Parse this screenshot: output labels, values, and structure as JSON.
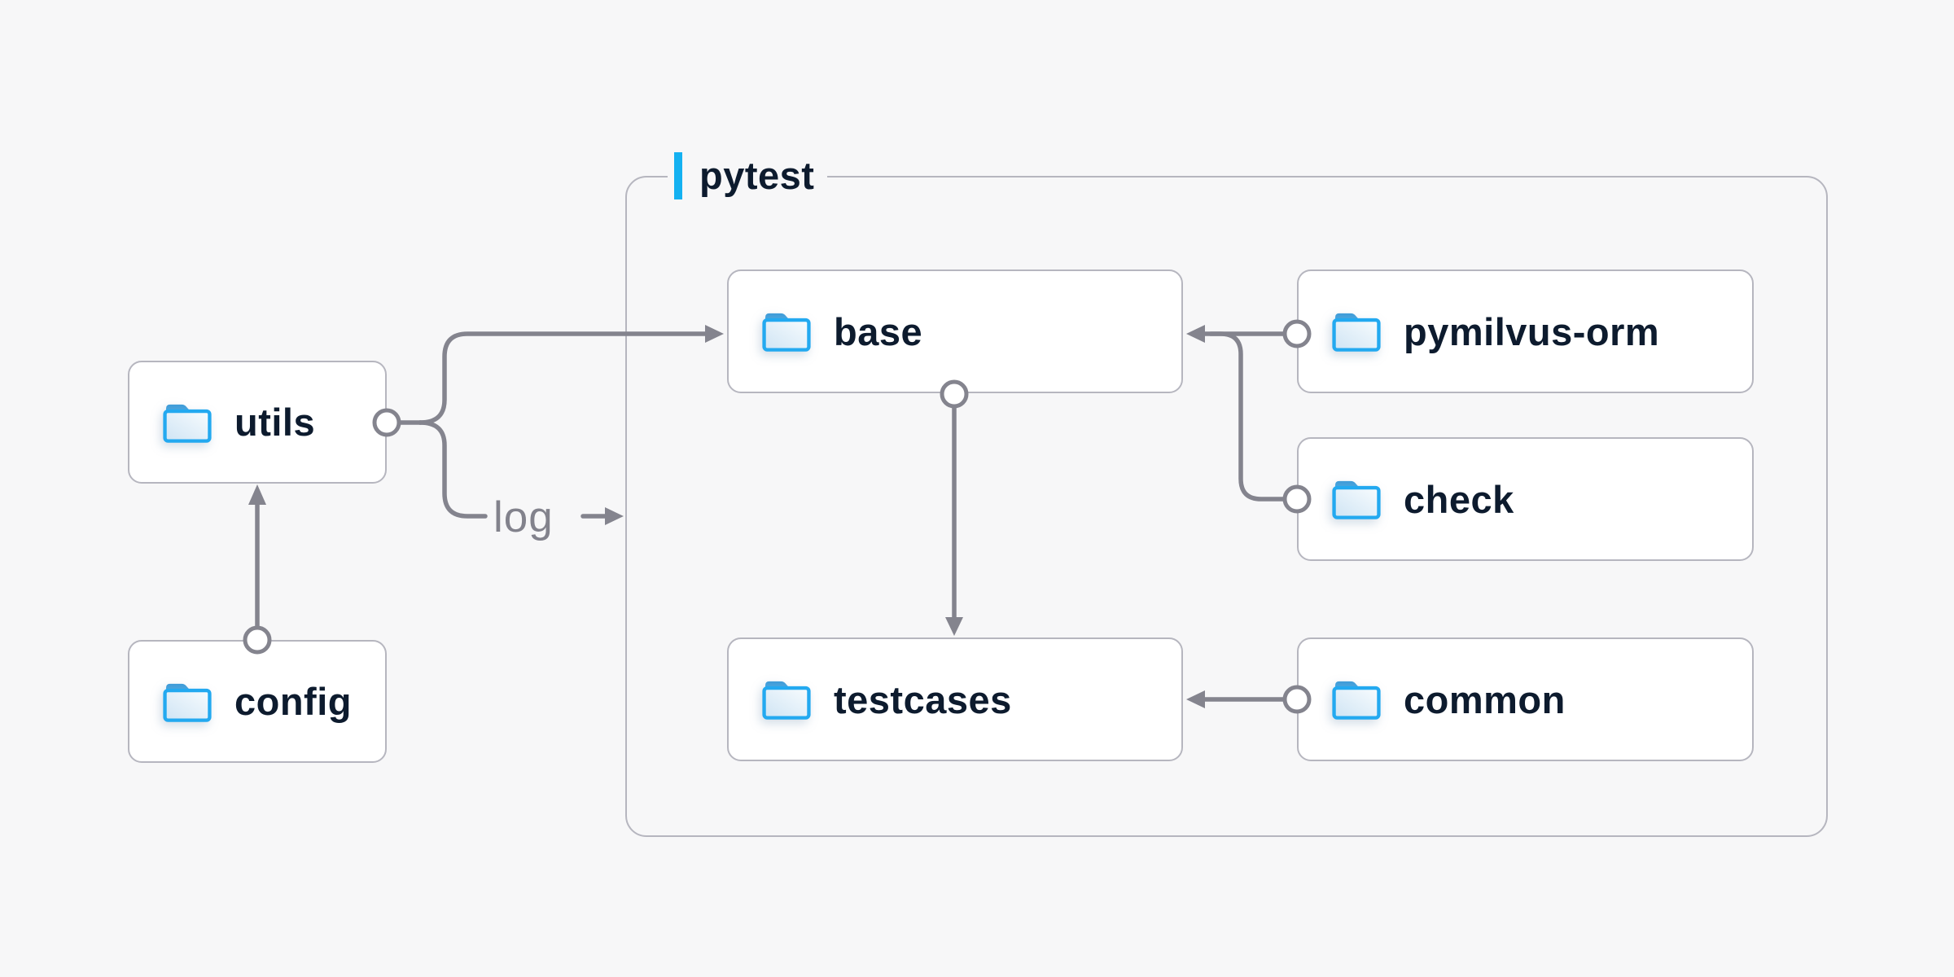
{
  "labels": {
    "group": "pytest",
    "edge": "log"
  },
  "nodes": {
    "utils": "utils",
    "config": "config",
    "base": "base",
    "pymilvus_orm": "pymilvus-orm",
    "check": "check",
    "testcases": "testcases",
    "common": "common"
  },
  "icons": {
    "node_icon": "folder-icon"
  },
  "colors": {
    "background": "#f7f7f8",
    "box_background": "#ffffff",
    "box_border": "#b6b6bf",
    "connector_gray": "#84848e",
    "text_dark": "#0d1b2e",
    "edge_label_gray": "#82828c",
    "accent_blue": "#14b1f1",
    "folder_outline": "#23a9f0",
    "folder_tab": "#4aa3dc",
    "folder_fill_light": "#f8fcfe",
    "folder_fill_shade": "#cfe4f4"
  }
}
